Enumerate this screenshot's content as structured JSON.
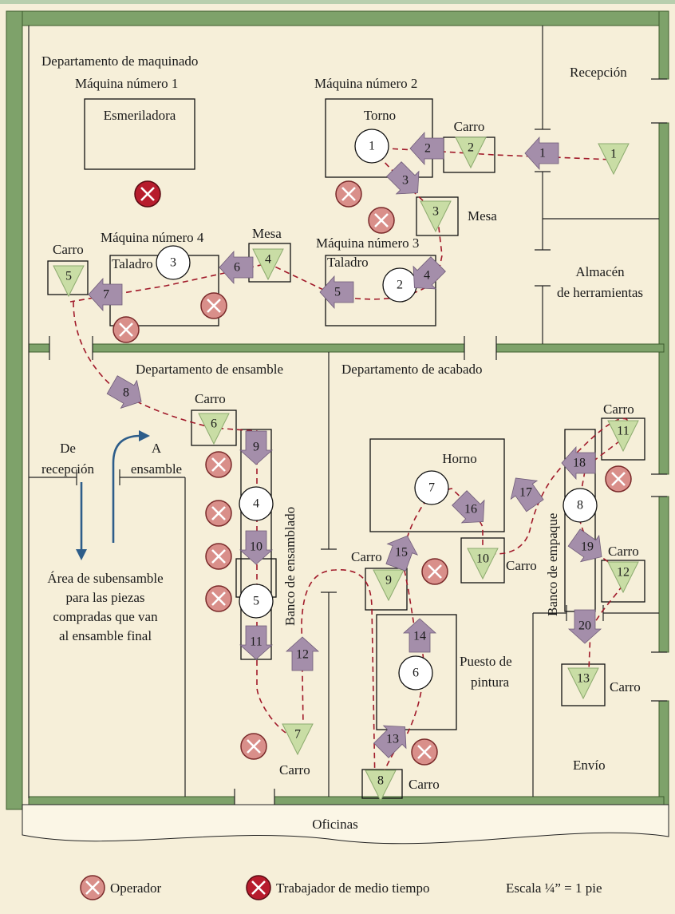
{
  "labels": {
    "dept_machining": "Departamento de maquinado",
    "machine1": "Máquina número 1",
    "grinder": "Esmeriladora",
    "machine2": "Máquina número 2",
    "lathe": "Torno",
    "receiving": "Recepción",
    "machine3": "Máquina número 3",
    "machine4": "Máquina número 4",
    "drill": "Taladro",
    "table": "Mesa",
    "cart": "Carro",
    "tool_store_1": "Almacén",
    "tool_store_2": "de herramientas",
    "dept_assembly": "Departamento de ensamble",
    "dept_finishing": "Departamento de acabado",
    "from_1": "De",
    "from_2": "recepción",
    "to_1": "A",
    "to_2": "ensamble",
    "subassembly": [
      "Área de subensamble",
      "para las piezas",
      "compradas que van",
      "al ensamble final"
    ],
    "assembly_bench": "Banco de ensamblado",
    "oven": "Horno",
    "packing_bench": "Banco de empaque",
    "paint_1": "Puesto de",
    "paint_2": "pintura",
    "shipping": "Envío",
    "offices": "Oficinas"
  },
  "legend": {
    "operator": "Operador",
    "part_time": "Trabajador de medio tiempo",
    "scale": "Escala ¼” = 1 pie"
  },
  "colors": {
    "wall": "#7ea26a",
    "floor": "#f6efd9",
    "arrow": "#a48eaa",
    "storage": "#c9dda5",
    "operator": "#d98f8a",
    "part_time": "#b71c2d",
    "path": "#a11a2a",
    "flow_arrow": "#2d5d8a"
  },
  "operations": [
    "1",
    "2",
    "3",
    "4",
    "5",
    "6",
    "7",
    "8"
  ],
  "storages": [
    "1",
    "2",
    "3",
    "4",
    "5",
    "6",
    "7",
    "8",
    "9",
    "10",
    "11",
    "12",
    "13"
  ],
  "transports": [
    "1",
    "2",
    "3",
    "4",
    "5",
    "6",
    "7",
    "8",
    "9",
    "10",
    "11",
    "12",
    "13",
    "14",
    "15",
    "16",
    "17",
    "18",
    "19",
    "20"
  ]
}
